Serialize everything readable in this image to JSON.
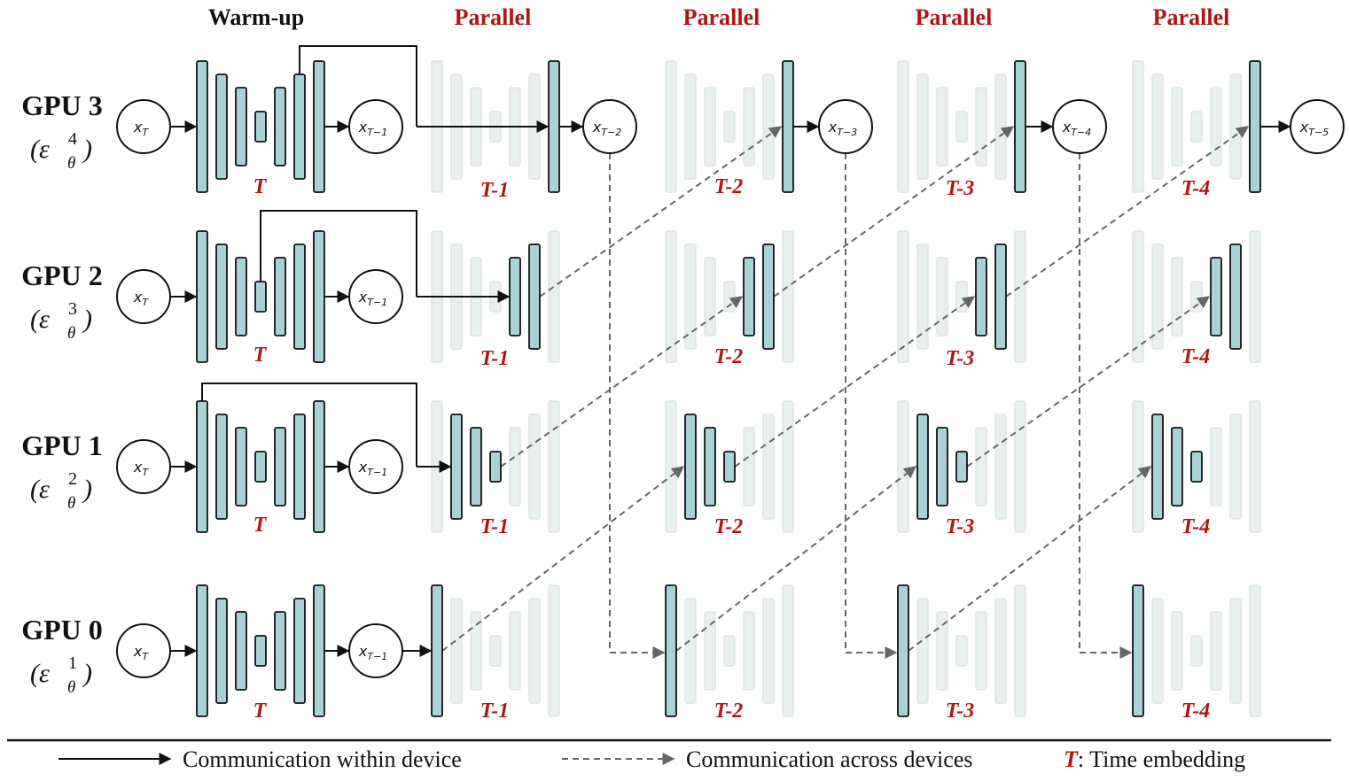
{
  "headers": {
    "warmup": "Warm-up",
    "parallel": [
      "Parallel",
      "Parallel",
      "Parallel",
      "Parallel"
    ]
  },
  "gpus": [
    {
      "label": "GPU 3",
      "eps_sup": "4"
    },
    {
      "label": "GPU 2",
      "eps_sup": "3"
    },
    {
      "label": "GPU 1",
      "eps_sup": "2"
    },
    {
      "label": "GPU 0",
      "eps_sup": "1"
    }
  ],
  "eps_symbol": "ε",
  "eps_sub": "θ",
  "paren_open": "(",
  "paren_close": ")",
  "timesteps": [
    "T",
    "T-1",
    "T-2",
    "T-3",
    "T-4"
  ],
  "nodes": {
    "x": "x",
    "input_sub": "T",
    "output_subs": [
      "T−1",
      "T−2",
      "T−3",
      "T−4",
      "T−5"
    ]
  },
  "legend": {
    "within": "Communication within device",
    "across": "Communication across devices",
    "t_symbol": "T",
    "t_text": ": Time embedding"
  },
  "colors": {
    "active_block": "#a8d3d6",
    "faded_block": "#e9eeee",
    "faded_stroke": "#dde4e4",
    "timestep_red": "#b01515"
  }
}
